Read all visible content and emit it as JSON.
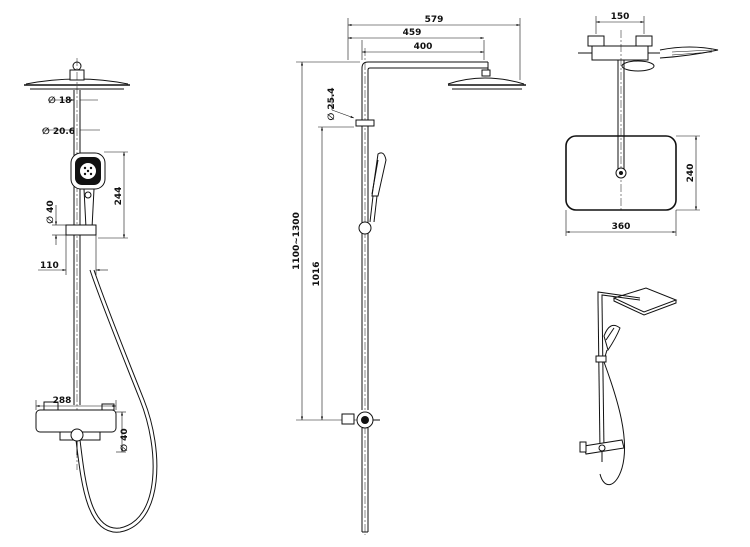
{
  "dimensions": {
    "side_view": {
      "diameter_pipe": "∅ 18",
      "diameter_pipe_lower": "∅ 20.6",
      "diameter_holder": "∅ 40",
      "handset_height": "244",
      "holder_offset": "110",
      "valve_width": "288",
      "diameter_valve": "∅ 40"
    },
    "front_view": {
      "arm_total": "579",
      "arm_mid": "459",
      "arm_inner": "400",
      "diameter_tube": "∅ 25.4",
      "height_range": "1100~1300",
      "height_valve": "1016"
    },
    "top_view": {
      "valve_spacing": "150",
      "head_depth": "240",
      "head_width": "360"
    }
  }
}
